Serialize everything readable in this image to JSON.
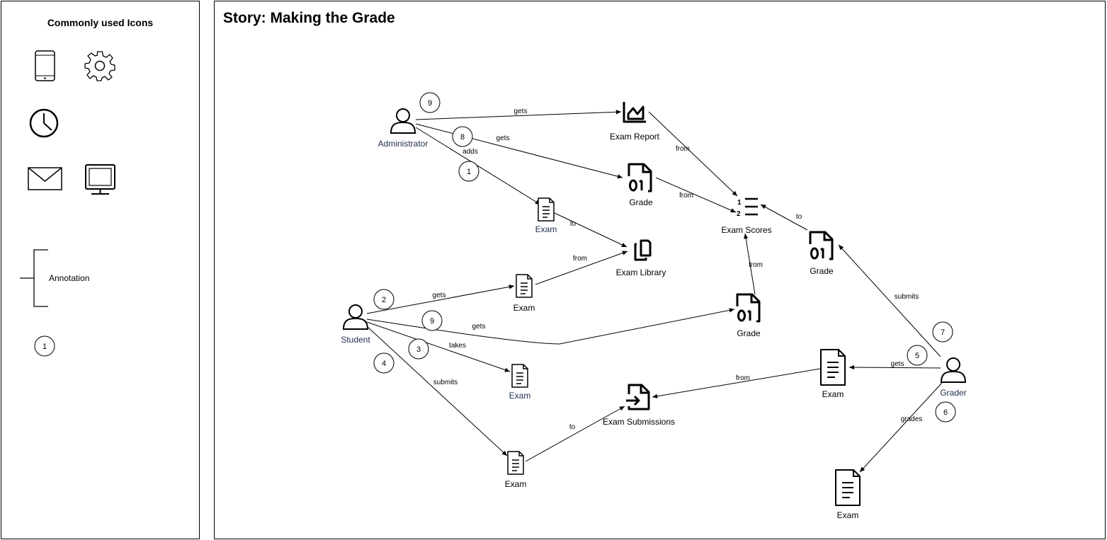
{
  "legend": {
    "title": "Commonly used Icons",
    "icons": [
      "mobile-phone-icon",
      "gear-icon",
      "clock-icon",
      "mail-icon",
      "monitor-icon"
    ],
    "annotation_label": "Annotation",
    "step_sample": "1"
  },
  "story": {
    "title": "Story: Making the Grade"
  },
  "nodes": {
    "administrator": "Administrator",
    "student": "Student",
    "grader": "Grader",
    "exam_report": "Exam Report",
    "grade_admin": "Grade",
    "exam_scores": "Exam Scores",
    "grade_grader": "Grade",
    "grade_student": "Grade",
    "exam_admin": "Exam",
    "exam_library": "Exam Library",
    "exam_student_gets": "Exam",
    "exam_student_takes": "Exam",
    "exam_student_submits": "Exam",
    "exam_submissions": "Exam Submissions",
    "exam_grader_gets": "Exam",
    "exam_grader_grades": "Exam"
  },
  "edges": {
    "admin_gets_report": "gets",
    "admin_gets_grade": "gets",
    "admin_adds_exam": "adds",
    "report_from_scores": "from",
    "grade_from_scores": "from",
    "exam_to_library": "to",
    "student_exam_from_library": "from",
    "student_gets_exam": "gets",
    "student_gets_grade": "gets",
    "student_takes_exam": "takes",
    "student_submits_exam": "submits",
    "exam_to_submissions": "to",
    "grade_student_from_scores": "from",
    "grade_grader_to_scores": "to",
    "grader_submits_grade": "submits",
    "grader_gets_exam": "gets",
    "grader_exam_from_submissions": "from",
    "grader_grades_exam": "grades"
  },
  "steps": {
    "s9_admin": "9",
    "s8": "8",
    "s1": "1",
    "s2": "2",
    "s9_student": "9",
    "s3": "3",
    "s4": "4",
    "s7": "7",
    "s5": "5",
    "s6": "6"
  }
}
